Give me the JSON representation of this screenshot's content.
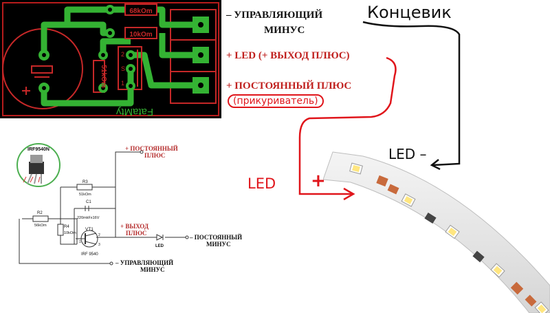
{
  "pcb": {
    "resistor_top": "68kOm",
    "resistor_mid": "10kOm",
    "resistor_vert": "51kOm",
    "pin_2": "2",
    "pin_s": "S",
    "pin_1": "1",
    "signature": "FataMty"
  },
  "pcb_labels": {
    "control_minus_1": "– УПРАВЛЯЮЩИЙ",
    "control_minus_2": "МИНУС",
    "led_output": "+ LED (+ ВЫХОД ПЛЮС)",
    "const_plus": "+ ПОСТОЯННЫЙ ПЛЮС",
    "cigarette": "(прикуриватель)"
  },
  "handwriting": {
    "limit_switch": "Концевик",
    "led_minus": "LED –",
    "led_plus": "LED",
    "plus_sign": "+"
  },
  "schematic": {
    "transistor_photo_label": "IRF9540N",
    "const_plus_1": "+ ПОСТОЯННЫЙ",
    "const_plus_2": "ПЛЮС",
    "r3_name": "R3",
    "r3_value": "51kOm",
    "c1_name": "C1",
    "c1_value": "220mkFx16V",
    "r2_name": "R2",
    "r2_value": "56kOm",
    "r4_name": "R4",
    "r4_value": "10kOm",
    "vt1_name": "VT1",
    "vt1_part": "IRF 9540",
    "pin1": "1",
    "pin2": "2",
    "pin3": "3",
    "out_plus_1": "+ ВЫХОД",
    "out_plus_2": "ПЛЮС",
    "led_label": "LED",
    "const_minus_1": "– ПОСТОЯННЫЙ",
    "const_minus_2": "МИНУС",
    "control_minus_1": "– УПРАВЛЯЮЩИЙ",
    "control_minus_2": "МИНУС"
  },
  "colors": {
    "pcb_bg": "#000000",
    "trace": "#34b233",
    "red": "#c0201e",
    "marker_red": "#e0151b"
  }
}
